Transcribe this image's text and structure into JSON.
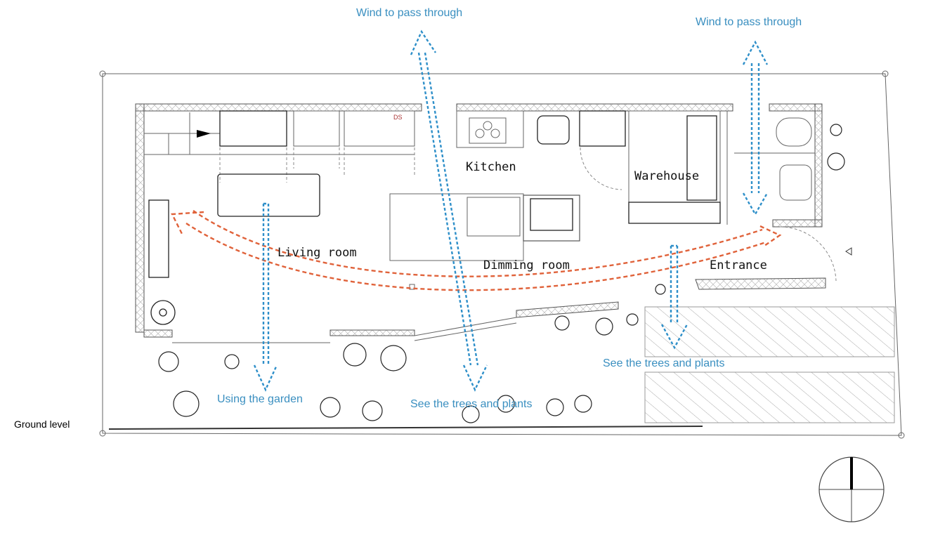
{
  "annotations": {
    "wind_left": "Wind to pass through",
    "wind_right": "Wind to pass through",
    "using_garden": "Using the garden",
    "see_trees_center": "See the trees and plants",
    "see_trees_right": "See the trees and plants"
  },
  "rooms": {
    "kitchen": "Kitchen",
    "warehouse": "Warehouse",
    "living": "Living room",
    "dining": "Dimming room",
    "entrance": "Entrance"
  },
  "labels": {
    "level": "Ground level",
    "ds": "DS"
  },
  "colors": {
    "wind": "#2e8fc9",
    "flow": "#e0623a"
  }
}
